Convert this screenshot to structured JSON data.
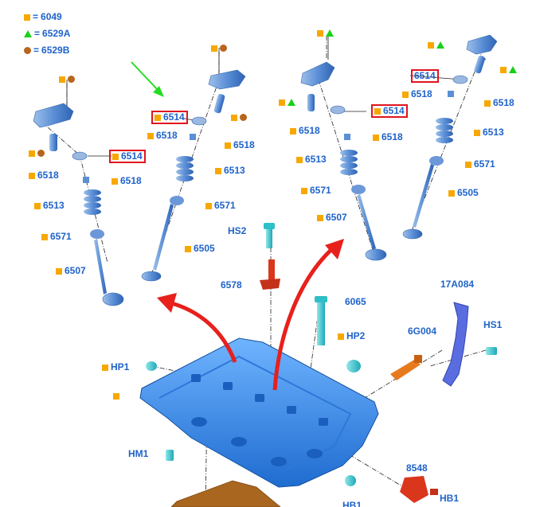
{
  "legend": [
    {
      "symbol": "square",
      "code": "6049"
    },
    {
      "symbol": "triangle",
      "code": "6529A"
    },
    {
      "symbol": "circle",
      "code": "6529B"
    }
  ],
  "legend_eq": "=",
  "colors": {
    "label_text": "#1f63c9",
    "marker_square": "#f7a800",
    "marker_triangle": "#19d119",
    "marker_circle": "#b8651d",
    "highlight_box": "#e0141e",
    "part_blue": "#5b8fd6",
    "head_blue": "#3a8be8",
    "fastener_cyan": "#36c9c9",
    "part_orange": "#e87a1e",
    "part_red": "#d9361c",
    "arrow_red": "#e8201c",
    "arrow_green": "#22dd22",
    "gasket_brown": "#a9661f"
  },
  "callouts": {
    "c1": "6514",
    "c2": "6518",
    "c3": "6518",
    "c4": "6513",
    "c5": "6571",
    "c6": "6507",
    "c7": "6514",
    "c8": "6518",
    "c9": "6518",
    "c10": "6513",
    "c11": "6571",
    "c12": "6505",
    "c13": "6514",
    "c14": "6518",
    "c15": "6518",
    "c16": "6513",
    "c17": "6571",
    "c18": "6507",
    "c19": "6514",
    "c20": "6518",
    "c21": "6518",
    "c22": "6513",
    "c23": "6571",
    "c24": "6505",
    "c25": "HS2",
    "c26": "6578",
    "c27": "6065",
    "c28": "HP2",
    "c29": "6G004",
    "c30": "17A084",
    "c31": "HS1",
    "c32": "HP1",
    "c33": "HM1",
    "c34": "8548",
    "c35": "HB1",
    "c36": "HB1"
  }
}
